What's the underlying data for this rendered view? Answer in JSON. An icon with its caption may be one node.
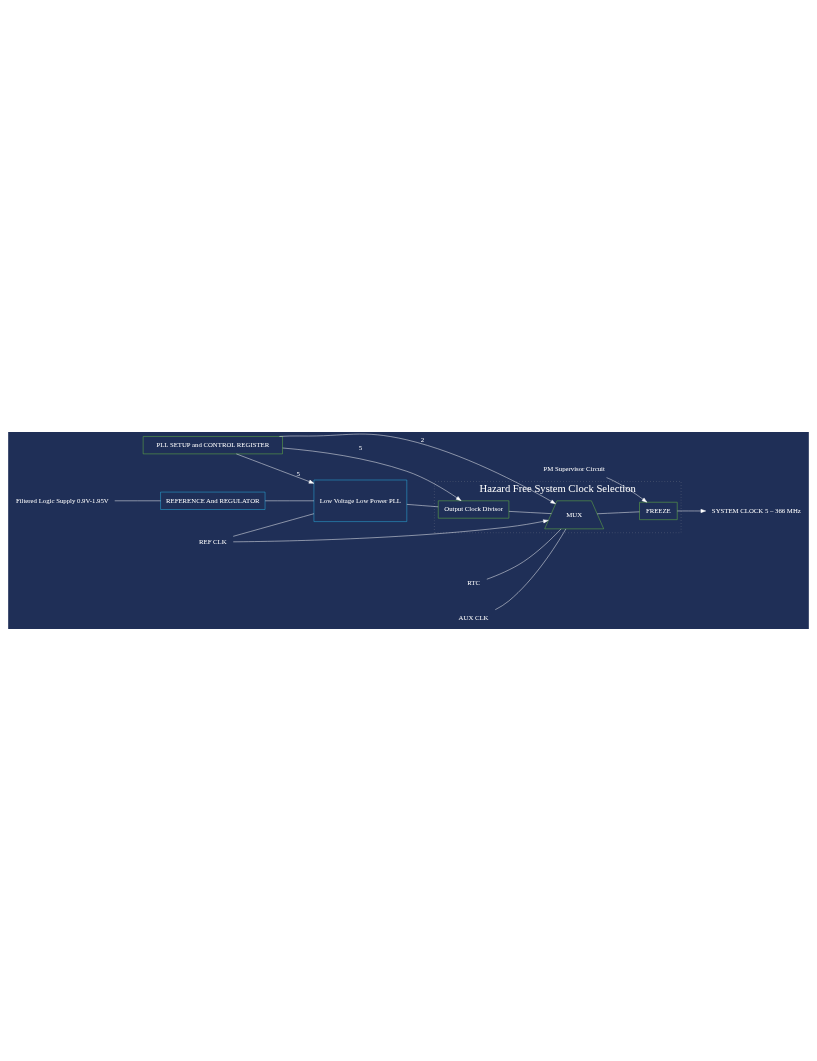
{
  "diagram": {
    "nodes": [
      {
        "text": [
          "Hazard Free System Clock Selection"
        ]
      },
      {
        "text": [
          "MUX"
        ],
        "in": 0
      },
      {
        "text": [
          "FREEZE"
        ],
        "in": 0
      },
      {
        "text": [
          "Output Clock Divisor"
        ],
        "in": 0
      },
      {
        "text": [
          "Low Voltage Low Power PLL"
        ]
      },
      {
        "text": [
          "REFERENCE And REGULATOR"
        ]
      },
      {
        "text": [
          "PLL SETUP and CONTROL REGISTER"
        ]
      },
      {
        "text": [
          "SYSTEM CLOCK 5 – 366 MHz"
        ]
      },
      {
        "text": [
          "Filtered Logic Supply 0.9V-1.95V"
        ]
      },
      {
        "text": [
          "REF CLK"
        ]
      },
      {
        "text": [
          "RTC"
        ]
      },
      {
        "text": [
          "AUX CLK"
        ]
      },
      {
        "text": [
          "PM Supervisor Circuit"
        ]
      }
    ],
    "edges": [
      {
        "from": 8,
        "to": 5,
        "arrow": "none"
      },
      {
        "from": 5,
        "to": 4,
        "arrow": "none"
      },
      {
        "from": 9,
        "to": 4,
        "arrow": "none"
      },
      {
        "from": 9,
        "to": 1,
        "arrow": "to"
      },
      {
        "from": 10,
        "to": 1,
        "arrow": "none"
      },
      {
        "from": 11,
        "to": 1,
        "arrow": "none"
      },
      {
        "from": 4,
        "to": 3,
        "arrow": "none"
      },
      {
        "from": 3,
        "to": 1,
        "arrow": "none"
      },
      {
        "from": 1,
        "to": 2,
        "arrow": "none"
      },
      {
        "from": 2,
        "to": 7,
        "arrow": "to"
      },
      {
        "from": 12,
        "to": 2,
        "arrow": "to"
      },
      {
        "from": 6,
        "to": 1,
        "arrow": "to",
        "label": "2"
      },
      {
        "from": 6,
        "to": 3,
        "arrow": "to",
        "label": "5"
      },
      {
        "from": 6,
        "to": 4,
        "arrow": "to",
        "label": "5"
      }
    ]
  }
}
